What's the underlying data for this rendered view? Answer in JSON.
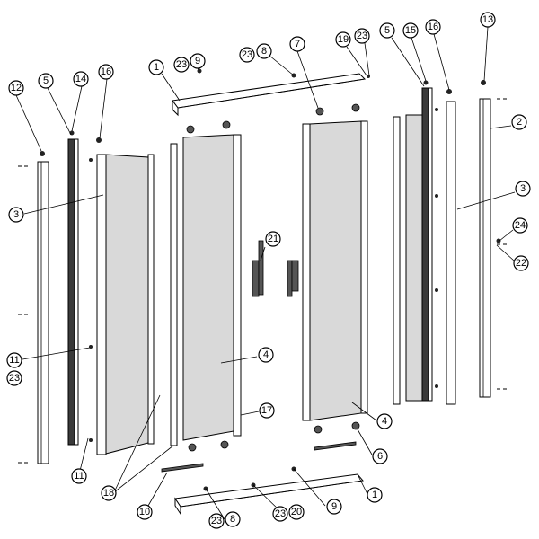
{
  "diagram": {
    "callouts": [
      {
        "id": "c1a",
        "label": "1"
      },
      {
        "id": "c9a",
        "label": "9"
      },
      {
        "id": "c23a",
        "label": "23"
      },
      {
        "id": "c23b",
        "label": "23"
      },
      {
        "id": "c8a",
        "label": "8"
      },
      {
        "id": "c7",
        "label": "7"
      },
      {
        "id": "c19",
        "label": "19"
      },
      {
        "id": "c23c",
        "label": "23"
      },
      {
        "id": "c5b",
        "label": "5"
      },
      {
        "id": "c15",
        "label": "15"
      },
      {
        "id": "c16b",
        "label": "16"
      },
      {
        "id": "c13",
        "label": "13"
      },
      {
        "id": "c12",
        "label": "12"
      },
      {
        "id": "c5a",
        "label": "5"
      },
      {
        "id": "c14",
        "label": "14"
      },
      {
        "id": "c16a",
        "label": "16"
      },
      {
        "id": "c2",
        "label": "2"
      },
      {
        "id": "c3a",
        "label": "3"
      },
      {
        "id": "c3b",
        "label": "3"
      },
      {
        "id": "c24",
        "label": "24"
      },
      {
        "id": "c22",
        "label": "22"
      },
      {
        "id": "c21",
        "label": "21"
      },
      {
        "id": "c4a",
        "label": "4"
      },
      {
        "id": "c11a",
        "label": "11"
      },
      {
        "id": "c23d",
        "label": "23"
      },
      {
        "id": "c17",
        "label": "17"
      },
      {
        "id": "c4b",
        "label": "4"
      },
      {
        "id": "c6",
        "label": "6"
      },
      {
        "id": "c11b",
        "label": "11"
      },
      {
        "id": "c18",
        "label": "18"
      },
      {
        "id": "c10",
        "label": "10"
      },
      {
        "id": "c1b",
        "label": "1"
      },
      {
        "id": "c9b",
        "label": "9"
      },
      {
        "id": "c23e",
        "label": "23"
      },
      {
        "id": "c8b",
        "label": "8"
      },
      {
        "id": "c20",
        "label": "20"
      },
      {
        "id": "c23f",
        "label": "23"
      }
    ]
  }
}
